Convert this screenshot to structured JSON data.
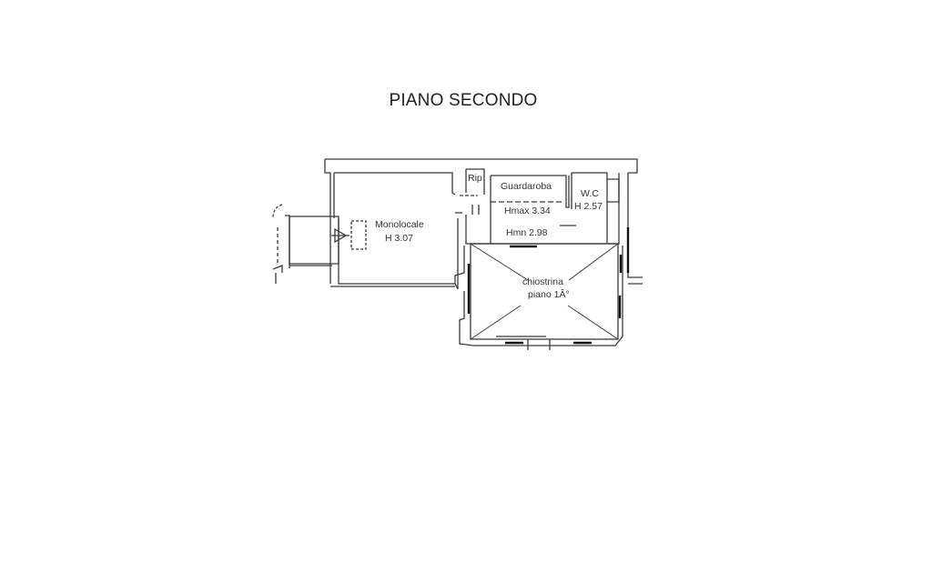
{
  "plan": {
    "title": "PIANO SECONDO",
    "rooms": [
      {
        "name": "Monolocale",
        "height": "H 3.07"
      },
      {
        "name": "Rip",
        "height": ""
      },
      {
        "name": "Guardaroba",
        "height_max": "Hmax 3.34",
        "height_min": "Hmn 2.98"
      },
      {
        "name": "W.C",
        "height": "H 2.57"
      },
      {
        "name": "chiostrina",
        "subtitle": "piano 1Â°"
      }
    ]
  },
  "colors": {
    "background": "#ffffff",
    "wall": "#333333",
    "text": "#333333"
  }
}
